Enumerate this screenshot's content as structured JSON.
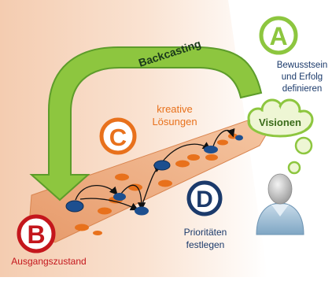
{
  "diagram": {
    "arrow_label": "Backcasting",
    "step_a": {
      "letter": "A",
      "line1": "Bewusstsein",
      "line2": "und Erfolg",
      "line3": "definieren"
    },
    "step_b": {
      "letter": "B",
      "label": "Ausgangszustand"
    },
    "step_c": {
      "letter": "C",
      "line1": "kreative",
      "line2": "Lösungen"
    },
    "step_d": {
      "letter": "D",
      "line1": "Prioritäten",
      "line2": "festlegen"
    },
    "cloud_label": "Visionen"
  },
  "colors": {
    "green": "#8dc63f",
    "green_dark": "#5d9c2a",
    "green_light": "#f0f7d9",
    "red": "#c4161c",
    "orange": "#e8711c",
    "navy": "#1b3a6b",
    "blue_node": "#1d4f8f",
    "beige": "#f5d7bf",
    "ramp": "#f0b88e",
    "person": "#9dbdd6"
  }
}
